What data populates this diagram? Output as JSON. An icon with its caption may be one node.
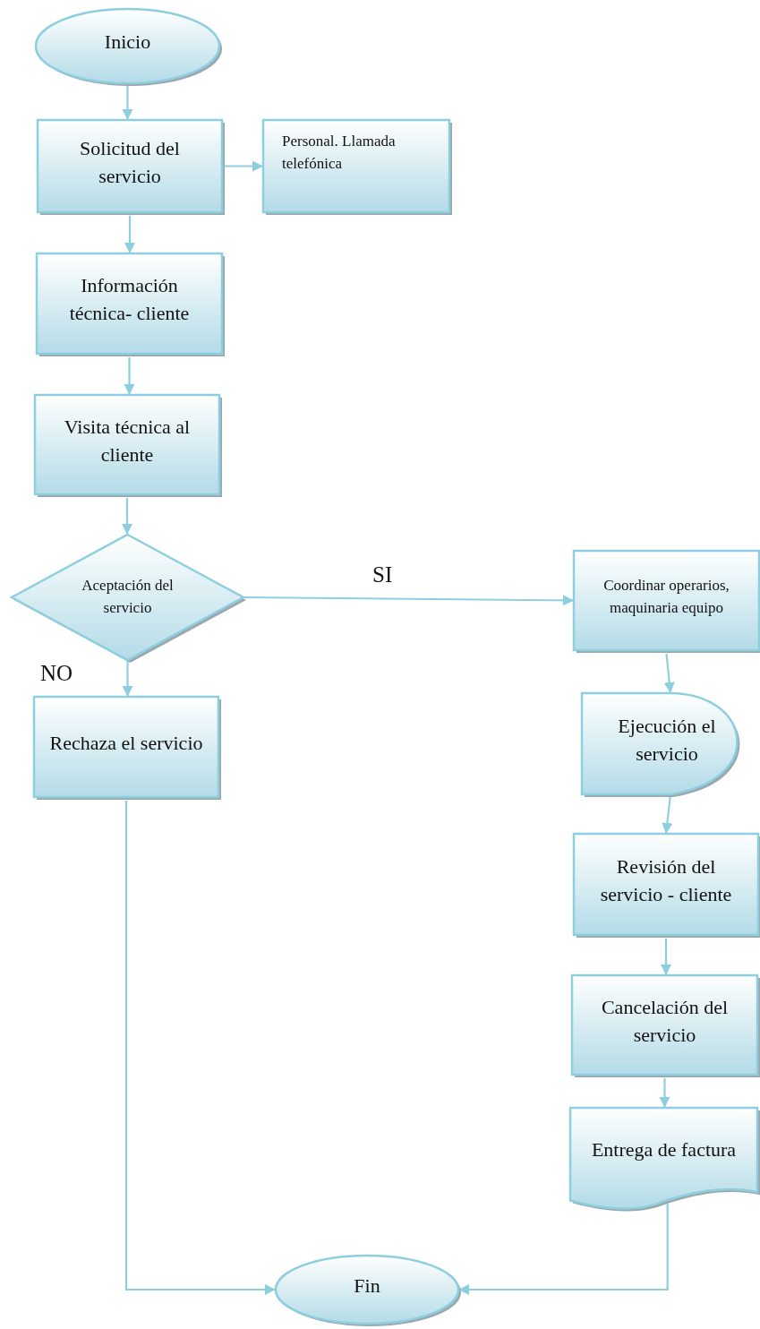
{
  "diagram": {
    "nodes": [
      {
        "text": [
          "Inicio"
        ]
      },
      {
        "text": [
          "Solicitud del servicio"
        ]
      },
      {
        "text": [
          "Personal. Llamada telefónica"
        ]
      },
      {
        "text": [
          "Información técnica- cliente"
        ]
      },
      {
        "text": [
          "Visita técnica al cliente"
        ]
      },
      {
        "text": [
          "Aceptación del servicio"
        ]
      },
      {
        "text": [
          "Coordinar operarios, maquinaria equipo"
        ]
      },
      {
        "text": [
          "Rechaza el servicio"
        ]
      },
      {
        "text": [
          "Ejecución el servicio"
        ]
      },
      {
        "text": [
          "Revisión del servicio - cliente"
        ]
      },
      {
        "text": [
          "Cancelación del servicio"
        ]
      },
      {
        "text": [
          "Entrega de factura"
        ]
      },
      {
        "text": [
          "Fin"
        ]
      }
    ],
    "edges": [
      {
        "from": 0,
        "to": 1,
        "arrow": "to"
      },
      {
        "from": 1,
        "to": 2,
        "arrow": "to"
      },
      {
        "from": 1,
        "to": 3,
        "arrow": "to"
      },
      {
        "from": 3,
        "to": 4,
        "arrow": "to"
      },
      {
        "from": 4,
        "to": 5,
        "arrow": "to"
      },
      {
        "from": 5,
        "to": 6,
        "arrow": "to",
        "label": "SI"
      },
      {
        "from": 5,
        "to": 7,
        "arrow": "to",
        "label": "NO"
      },
      {
        "from": 6,
        "to": 8,
        "arrow": "to"
      },
      {
        "from": 8,
        "to": 9,
        "arrow": "to"
      },
      {
        "from": 9,
        "to": 10,
        "arrow": "to"
      },
      {
        "from": 10,
        "to": 11,
        "arrow": "to"
      },
      {
        "from": 7,
        "to": 12,
        "arrow": "to"
      },
      {
        "from": 11,
        "to": 12,
        "arrow": "to"
      }
    ]
  }
}
